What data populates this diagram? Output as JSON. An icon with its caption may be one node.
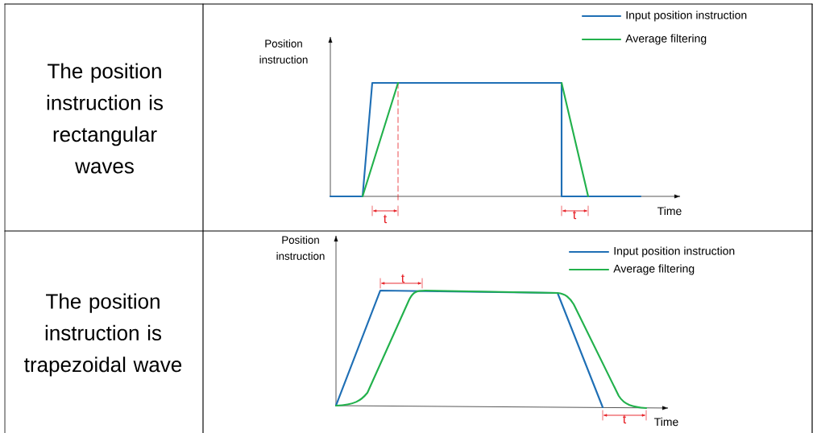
{
  "diagram": {
    "labels": [
      "The position instruction is rectangular waves",
      "Position instruction",
      "Time",
      "t",
      "t",
      "The position instruction is trapezoidal wave",
      "Position instruction",
      "Time",
      "t",
      "t"
    ],
    "legend": [
      {
        "text": "Input position instruction"
      },
      {
        "text": "Average filtering"
      },
      {
        "text": "Input position instruction"
      },
      {
        "text": "Average filtering"
      }
    ]
  }
}
